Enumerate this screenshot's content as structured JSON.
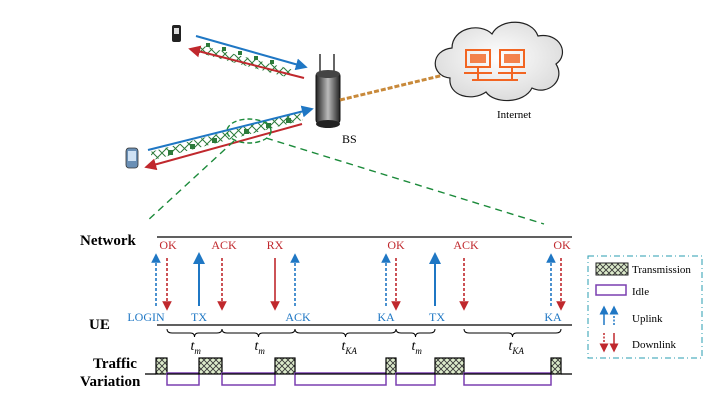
{
  "labels": {
    "bs": "BS",
    "internet": "Internet",
    "network": "Network",
    "ue": "UE",
    "traffic_line1": "Traffic",
    "traffic_line2": "Variation"
  },
  "downlink_messages": [
    "OK",
    "ACK",
    "RX",
    "OK",
    "ACK",
    "OK"
  ],
  "uplink_messages": [
    "LOGIN",
    "TX",
    "ACK",
    "KA",
    "TX",
    "KA"
  ],
  "intervals": [
    {
      "base": "t",
      "sub": "m"
    },
    {
      "base": "t",
      "sub": "m"
    },
    {
      "base": "t",
      "sub": "KA"
    },
    {
      "base": "t",
      "sub": "m"
    },
    {
      "base": "t",
      "sub": "KA"
    }
  ],
  "legend": {
    "transmission": "Transmission",
    "idle": "Idle",
    "uplink": "Uplink",
    "downlink": "Downlink"
  },
  "colors": {
    "uplink": "#1f77c4",
    "downlink": "#c0282d",
    "idle": "#7a3fb0",
    "transmission_fill": "#d7e8c5",
    "internet_link": "#c8893a",
    "monitor": "#f26522",
    "zoom_dash": "#1b8a3a"
  }
}
